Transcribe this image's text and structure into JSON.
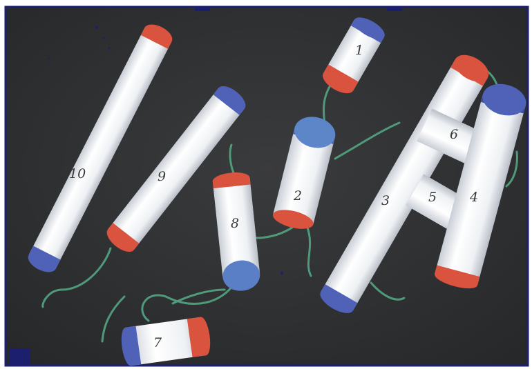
{
  "figure": {
    "colors": {
      "background": "#2e2f31",
      "frame": "#1c1f6e",
      "cylinder_body": "#f4f6f8",
      "cap_red": "#d9533f",
      "cap_blue": "#4f62b8",
      "loop_green": "#4f9a7a"
    },
    "helices": [
      {
        "label": "1",
        "top_cap": "blue",
        "bottom_cap": "red"
      },
      {
        "label": "2",
        "top_cap": "blue",
        "bottom_cap": "red"
      },
      {
        "label": "3",
        "top_cap": "red",
        "bottom_cap": "blue"
      },
      {
        "label": "4",
        "top_cap": "blue",
        "bottom_cap": "red"
      },
      {
        "label": "5",
        "top_cap": "red",
        "bottom_cap": "blue"
      },
      {
        "label": "6",
        "top_cap": "red",
        "bottom_cap": "blue"
      },
      {
        "label": "7",
        "top_cap": "red",
        "bottom_cap": "blue"
      },
      {
        "label": "8",
        "top_cap": "red",
        "bottom_cap": "blue"
      },
      {
        "label": "9",
        "top_cap": "blue",
        "bottom_cap": "red"
      },
      {
        "label": "10",
        "top_cap": "red",
        "bottom_cap": "blue"
      }
    ]
  }
}
